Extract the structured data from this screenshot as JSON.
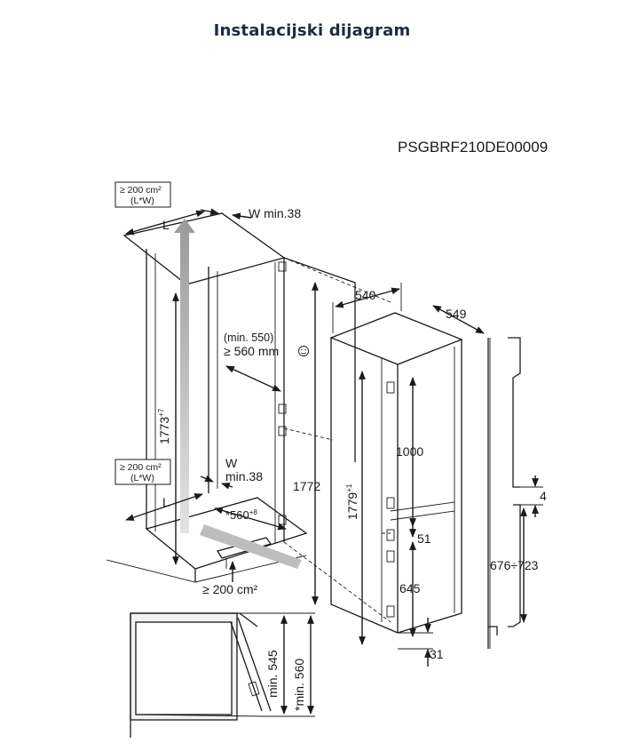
{
  "title": "Instalacijski dijagram",
  "diagram": {
    "code": "PSGBRF210DE00009",
    "vent_area_top": "≥ 200 cm²",
    "vent_lw_top": "(L*W)",
    "vent_area_mid": "≥ 200 cm²",
    "vent_lw_mid": "(L*W)",
    "vent_area_bottom": "≥ 200 cm²",
    "label_l_top": "L",
    "label_l_bottom": "L",
    "w_min_top": "W min.38",
    "w_label_mid": "W",
    "w_min_mid": "min.38",
    "min_550": "(min. 550)",
    "ge_560": "≥ 560 mm",
    "dim_1773": "1773",
    "dim_1773_sup": "+7",
    "dim_1772": "1772",
    "dim_1779": "1779",
    "dim_1779_sup": "+1",
    "dim_560": "*560",
    "dim_560_sup": "+8",
    "dim_540": "540",
    "dim_549": "549",
    "dim_1000": "1000",
    "dim_51": "51",
    "dim_645": "645",
    "dim_31": "31",
    "dim_4": "4",
    "dim_676_723": "676÷723",
    "dim_min_545": "min. 545",
    "dim_min_560": "*min. 560"
  }
}
